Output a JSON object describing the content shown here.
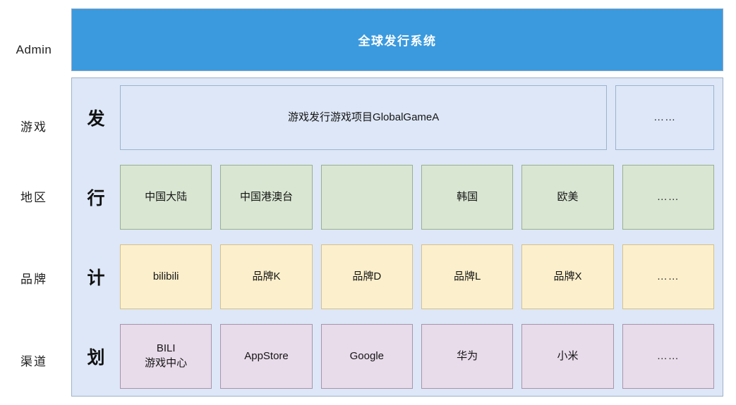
{
  "axis_labels": [
    {
      "id": "admin",
      "text": "Admin"
    },
    {
      "id": "game",
      "text": "游戏"
    },
    {
      "id": "region",
      "text": "地区"
    },
    {
      "id": "brand",
      "text": "品牌"
    },
    {
      "id": "channel",
      "text": "渠道"
    }
  ],
  "system_bar": {
    "title": "全球发行系统",
    "background_color": "#3b9ade",
    "text_color": "#ffffff"
  },
  "rail": {
    "chars": [
      "发",
      "行",
      "计",
      "划"
    ],
    "full_text": "发行计划"
  },
  "panel": {
    "background_color": "#dde7f7",
    "border_color": "#9fb2c9"
  },
  "rows": {
    "game": {
      "label": "游戏",
      "fill_color": "#dde7f7",
      "border_color": "#9cb3d1",
      "project": "游戏发行游戏项目GlobalGameA",
      "more": "……"
    },
    "region": {
      "label": "地区",
      "fill_color": "#d9e6d2",
      "border_color": "#9ab08f",
      "cells": [
        "中国大陆",
        "中国港澳台",
        "",
        "韩国",
        "欧美",
        "……"
      ]
    },
    "brand": {
      "label": "品牌",
      "fill_color": "#fcf0cc",
      "border_color": "#d7c08a",
      "cells": [
        "bilibili",
        "品牌K",
        "品牌D",
        "品牌L",
        "品牌X",
        "……"
      ]
    },
    "channel": {
      "label": "渠道",
      "fill_color": "#e8dbea",
      "border_color": "#a894ac",
      "cells": [
        "BILI\n游戏中心",
        "AppStore",
        "Google",
        "华为",
        "小米",
        "……"
      ]
    }
  }
}
